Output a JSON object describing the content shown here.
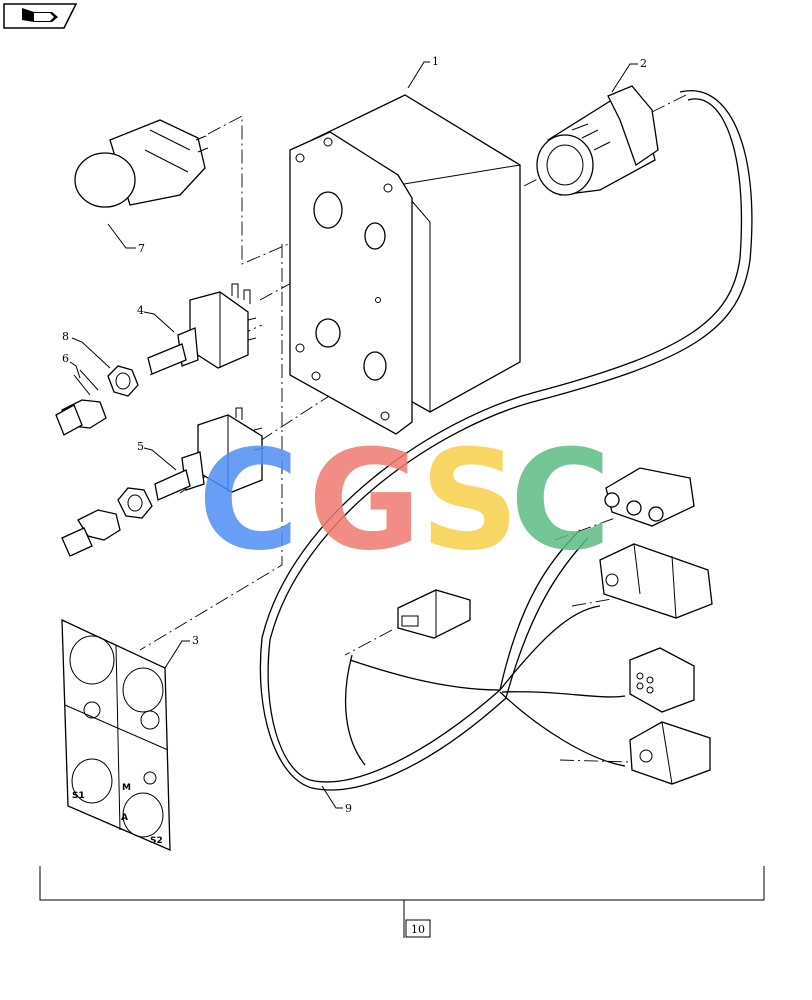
{
  "nav": {
    "icon": "back-arrow-icon"
  },
  "watermark": {
    "letters": [
      {
        "text": "C",
        "color": "#4f8ef5"
      },
      {
        "text": "G",
        "color": "#f07a72"
      },
      {
        "text": "S",
        "color": "#f7d04a"
      },
      {
        "text": "C",
        "color": "#5cbd84"
      }
    ]
  },
  "callouts": {
    "box": "1",
    "gland": "2",
    "panel": "3",
    "switch_upper": "4",
    "switch_lower": "5",
    "boot": "6",
    "mushroom_button": "7",
    "nut": "8",
    "harness": "9",
    "assembly": "10"
  },
  "panel": {
    "label_left": "S1",
    "label_right": "S2",
    "letter_m": "M",
    "letter_a": "A"
  }
}
